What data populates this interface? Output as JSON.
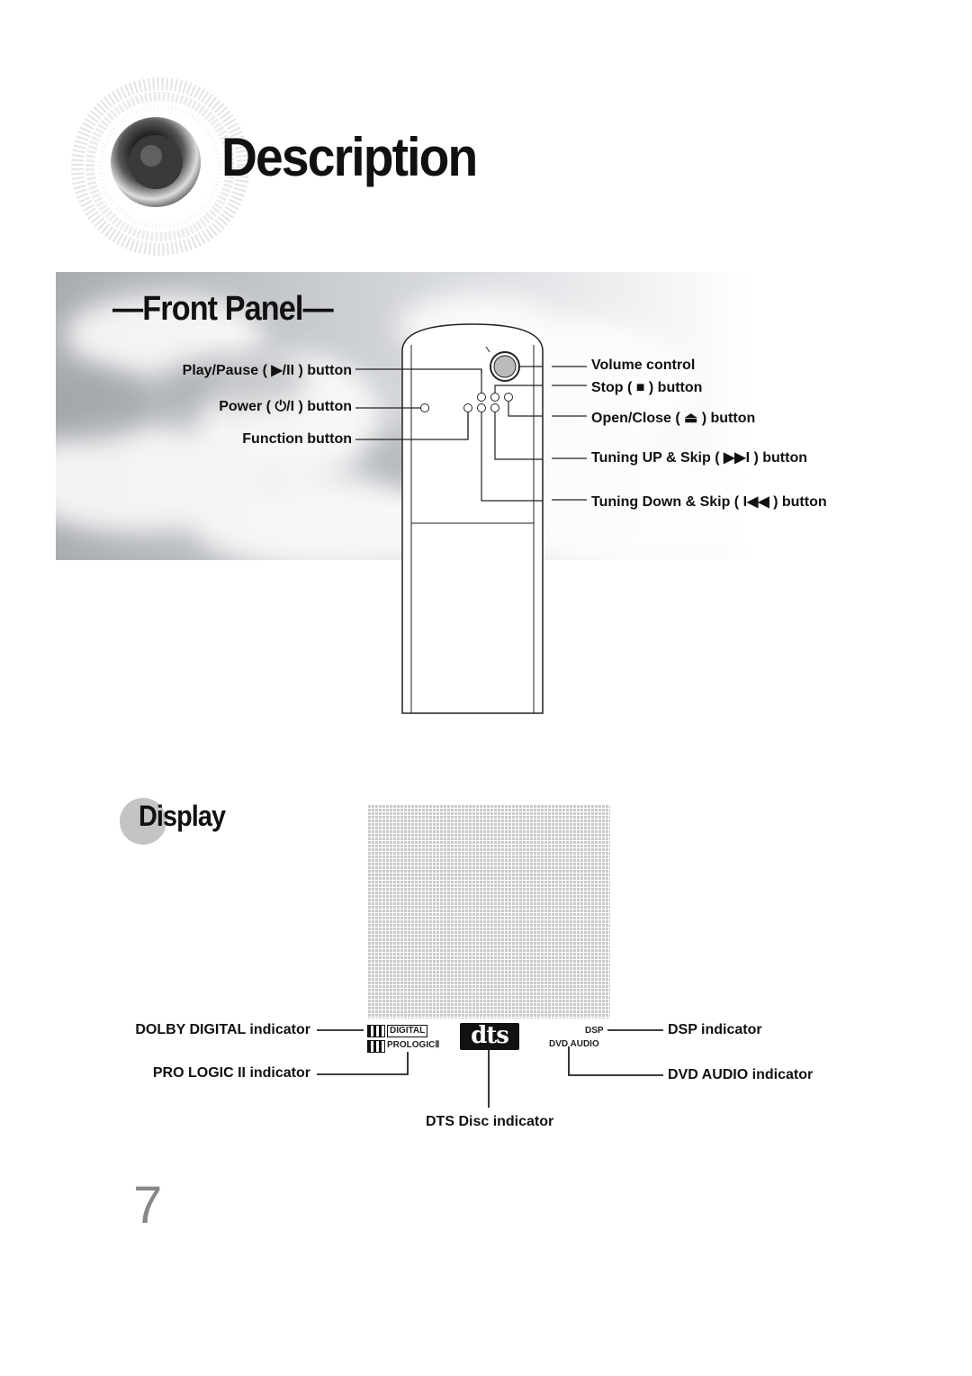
{
  "page": {
    "title": "Description",
    "page_number": "7"
  },
  "front_panel": {
    "heading": "—Front Panel—",
    "labels": {
      "play_pause_pre": "Play/Pause (",
      "play_pause_sym": "▶/II",
      "play_pause_post": ") button",
      "power_pre": "Power (",
      "power_sym": "⏻/I",
      "power_post": ") button",
      "function": "Function button",
      "volume": "Volume control",
      "stop_pre": "Stop (",
      "stop_sym": "■",
      "stop_post": ") button",
      "open_close_pre": "Open/Close (",
      "open_close_sym": "⏏",
      "open_close_post": ") button",
      "tuning_up_pre": "Tuning UP & Skip (",
      "tuning_up_sym": "▶▶I",
      "tuning_up_post": ") button",
      "tuning_down_pre": "Tuning Down & Skip (",
      "tuning_down_sym": "I◀◀",
      "tuning_down_post": ") button"
    }
  },
  "display": {
    "heading": "Display",
    "labels": {
      "dolby_digital": "DOLBY DIGITAL indicator",
      "pro_logic": "PRO LOGIC II indicator",
      "dts_disc": "DTS Disc indicator",
      "dsp": "DSP indicator",
      "dvd_audio": "DVD AUDIO indicator"
    },
    "panel_text": {
      "digital": "DIGITAL",
      "prologic": "PROLOGICⅡ",
      "dts_logo": "dts",
      "dsp": "DSP",
      "dvd_audio": "DVD AUDIO"
    }
  }
}
